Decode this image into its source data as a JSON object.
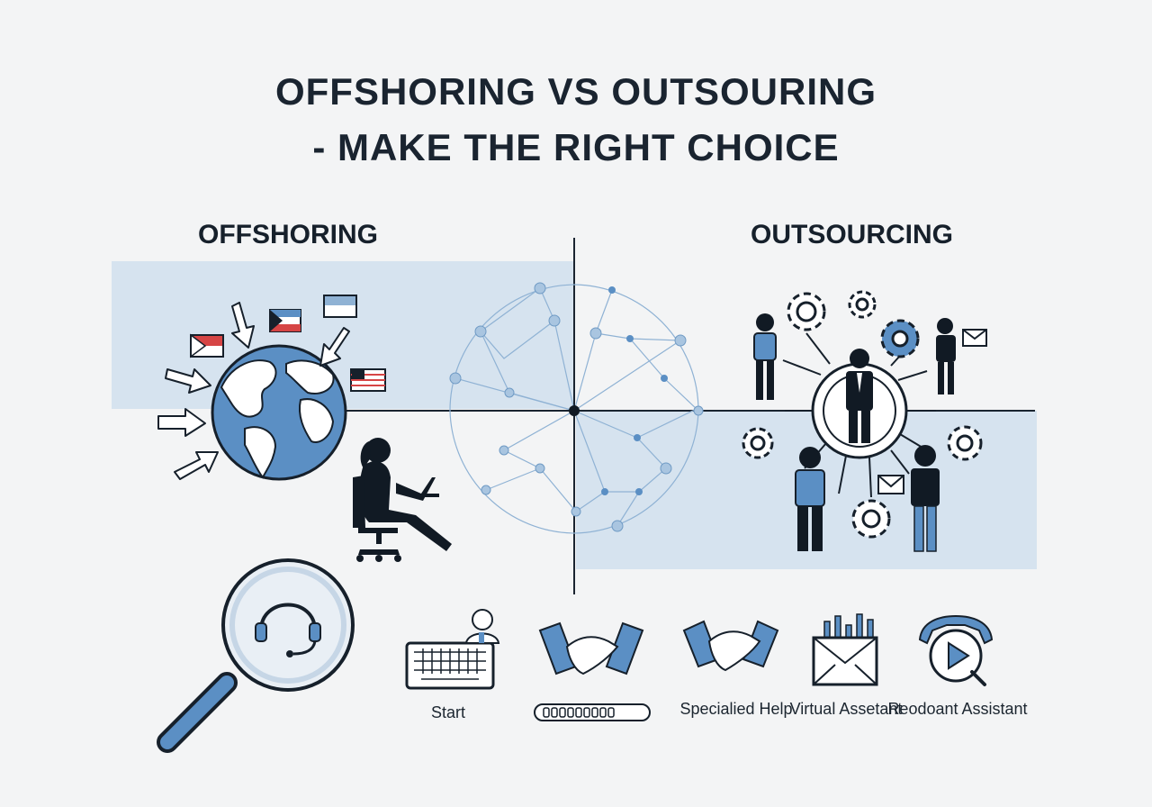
{
  "title": {
    "line1": "OFFSHORING VS OUTSOURING",
    "line2": "- MAKE THE RIGHT CHOICE"
  },
  "sections": {
    "left_label": "OFFSHORING",
    "right_label": "OUTSOURCING"
  },
  "bottom_items": [
    {
      "icon": "keyboard-user-icon",
      "label": "Start"
    },
    {
      "icon": "handshake-progress-icon",
      "label": ""
    },
    {
      "icon": "handshake-icon",
      "label": "Specialied Help"
    },
    {
      "icon": "mail-chart-icon",
      "label": "Virtual Assetant"
    },
    {
      "icon": "play-gear-icon",
      "label": "Reodoant Assistant"
    }
  ],
  "colors": {
    "accent_blue": "#5b8fc4",
    "band_blue": "#d6e3ef",
    "line_dark": "#16202b",
    "flag_red": "#d64545"
  }
}
